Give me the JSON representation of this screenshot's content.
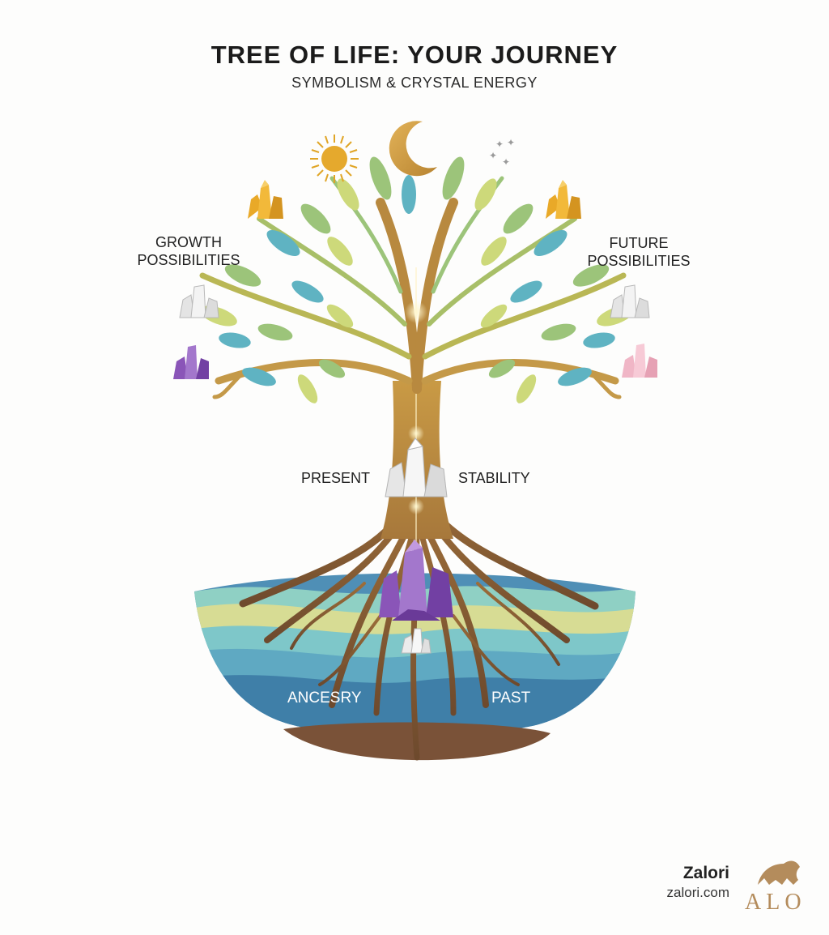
{
  "header": {
    "title": "TREE OF LIFE: YOUR JOURNEY",
    "subtitle": "SYMBOLISM & CRYSTAL ENERGY"
  },
  "labels": {
    "growth_line1": "GROWTH",
    "growth_line2": "POSSIBILITIES",
    "future_line1": "FUTURE",
    "future_line2": "POSSIBILITIES",
    "present": "PRESENT",
    "stability": "STABILITY",
    "ancestry": "ANCESRY",
    "past": "PAST"
  },
  "celestial": [
    "sun-icon",
    "crescent-moon-icon",
    "silver-moon-stars-icon"
  ],
  "crystals": [
    "citrine-crystal-left",
    "citrine-crystal-right",
    "clear-quartz-left",
    "clear-quartz-right",
    "amethyst-left",
    "rose-quartz-right",
    "clear-quartz-center",
    "amethyst-roots",
    "small-quartz-roots"
  ],
  "brand": {
    "name": "Zalori",
    "url": "zalori.com",
    "watermark": "ALO"
  },
  "colors": {
    "trunk": "#b8893f",
    "leaf_green": "#9cc47a",
    "leaf_teal": "#5fb3c2",
    "leaf_lime": "#cdd97a",
    "amethyst": "#8a55b8",
    "citrine": "#e0a526",
    "rose": "#f0b6c6",
    "soil": "#7a5238",
    "water": "#4f93b8"
  }
}
